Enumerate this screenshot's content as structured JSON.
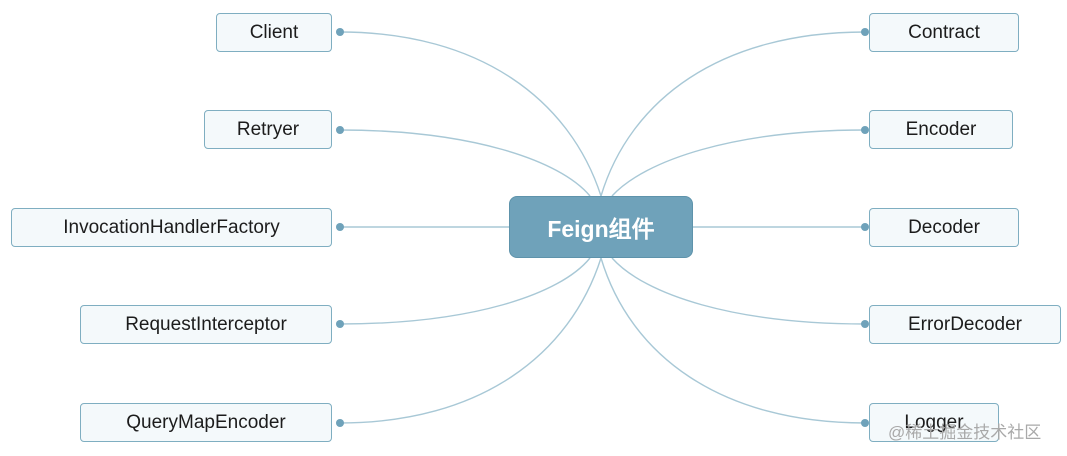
{
  "center": {
    "label": "Feign组件"
  },
  "left_nodes": [
    {
      "id": "client",
      "label": "Client"
    },
    {
      "id": "retryer",
      "label": "Retryer"
    },
    {
      "id": "invocation-handler-factory",
      "label": "InvocationHandlerFactory"
    },
    {
      "id": "request-interceptor",
      "label": "RequestInterceptor"
    },
    {
      "id": "query-map-encoder",
      "label": "QueryMapEncoder"
    }
  ],
  "right_nodes": [
    {
      "id": "contract",
      "label": "Contract"
    },
    {
      "id": "encoder",
      "label": "Encoder"
    },
    {
      "id": "decoder",
      "label": "Decoder"
    },
    {
      "id": "error-decoder",
      "label": "ErrorDecoder"
    },
    {
      "id": "logger",
      "label": "Logger"
    }
  ],
  "watermark": "@稀土掘金技术社区",
  "colors": {
    "line": "#a8c8d6",
    "dot": "#6fa2ba",
    "center_fill": "#6fa2ba",
    "node_border": "#7faec1"
  }
}
